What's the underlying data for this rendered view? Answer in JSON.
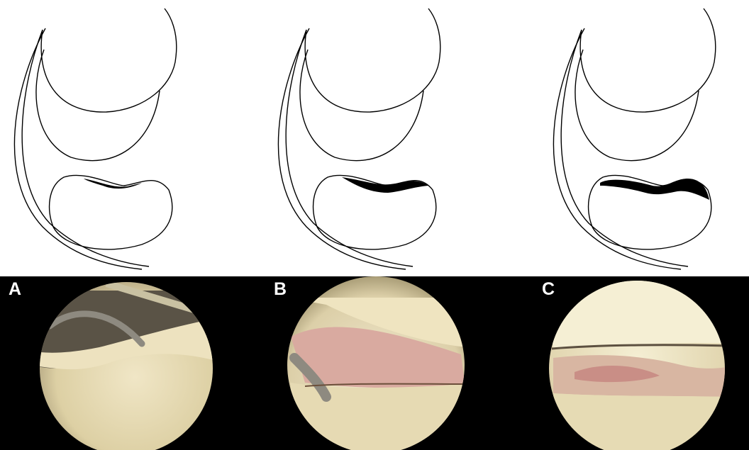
{
  "panels": [
    {
      "label": "A",
      "stage": "small"
    },
    {
      "label": "B",
      "stage": "medium"
    },
    {
      "label": "C",
      "stage": "large"
    }
  ],
  "colors": {
    "background_top": "#ffffff",
    "background_bottom": "#000000",
    "outline": "#000000",
    "lesion_fill": "#000000",
    "label_text": "#ffffff",
    "scope_cartilage": "#e9dfba",
    "scope_tissue": "#d6a09a"
  }
}
